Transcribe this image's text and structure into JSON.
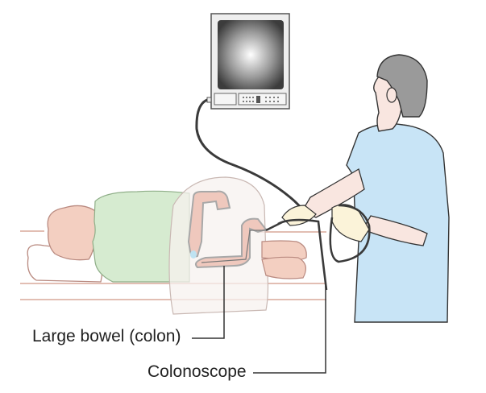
{
  "diagram": {
    "type": "medical-illustration",
    "subject": "colonoscopy procedure",
    "labels": [
      {
        "id": "colon",
        "text": "Large bowel (colon)"
      },
      {
        "id": "scope",
        "text": "Colonoscope"
      }
    ],
    "elements": [
      "monitor",
      "patient",
      "doctor",
      "colonoscope-cable",
      "colon",
      "exam-table",
      "pillow"
    ],
    "colors": {
      "gown_patient": "#d6ebd0",
      "gown_doctor": "#c8e4f6",
      "skin": "#f3cfc1",
      "skin_doctor": "#f9e6e0",
      "hair": "#9a9a9a",
      "cable": "#3a3a3a",
      "colon": "#efc8bd",
      "monitor_frame": "#eeeeee",
      "line": "#333333",
      "table_line": "#d8a89a"
    }
  }
}
